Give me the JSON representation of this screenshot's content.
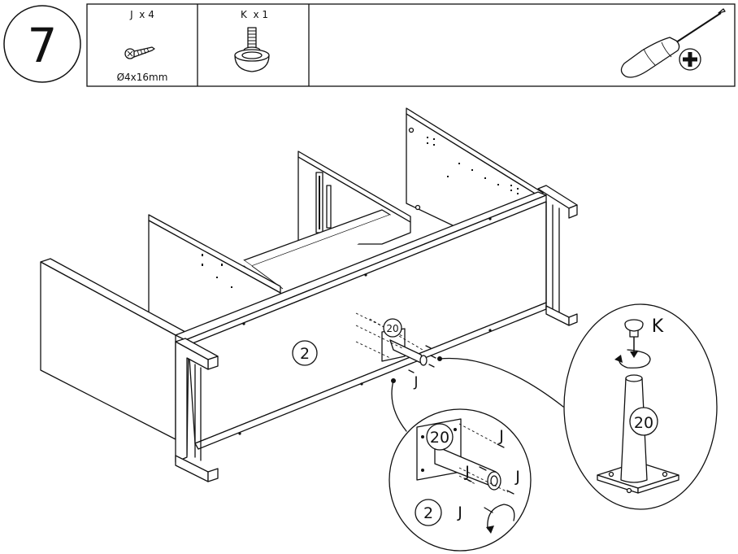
{
  "step": {
    "number": "7"
  },
  "parts": [
    {
      "label": "J  x 4",
      "spec": "Ø4x16mm",
      "icon": "screw-icon"
    },
    {
      "label": "K  x 1",
      "spec": "",
      "icon": "foot-glide-icon"
    }
  ],
  "tool": {
    "icon": "phillips-screwdriver-icon"
  },
  "callouts": {
    "panel": "2",
    "leg_main": "20",
    "leg_zoom": "20",
    "leg_right": "20",
    "panel_zoom": "2",
    "screw_main": "J",
    "screw_zoom_1": "J",
    "screw_zoom_2": "J",
    "screw_zoom_3": "J",
    "screw_zoom_4": "J",
    "glide": "K"
  }
}
